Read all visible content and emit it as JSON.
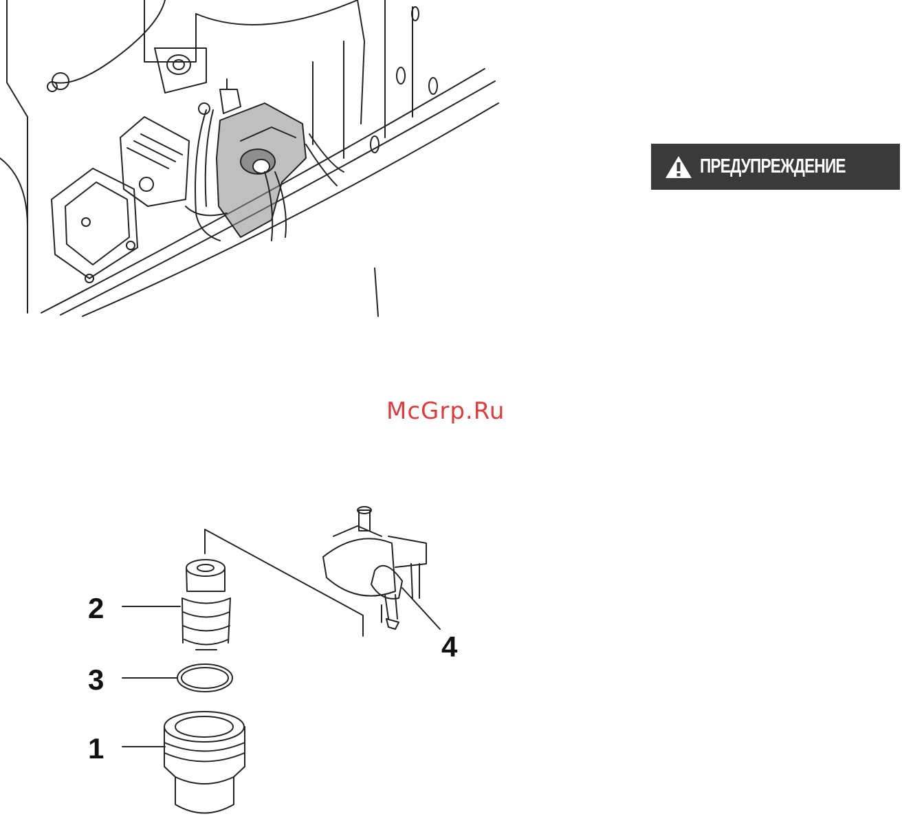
{
  "warning": {
    "label": "ПРЕДУПРЕЖДЕНИЕ",
    "icon": "warning-triangle-icon"
  },
  "watermark": {
    "text": "McGrp.Ru",
    "color": "#e23a3a"
  },
  "figure_top": {
    "description_icon": "engine-thermostat-housing-illustration"
  },
  "figure_bottom": {
    "callouts": [
      "2",
      "3",
      "1",
      "4"
    ]
  }
}
